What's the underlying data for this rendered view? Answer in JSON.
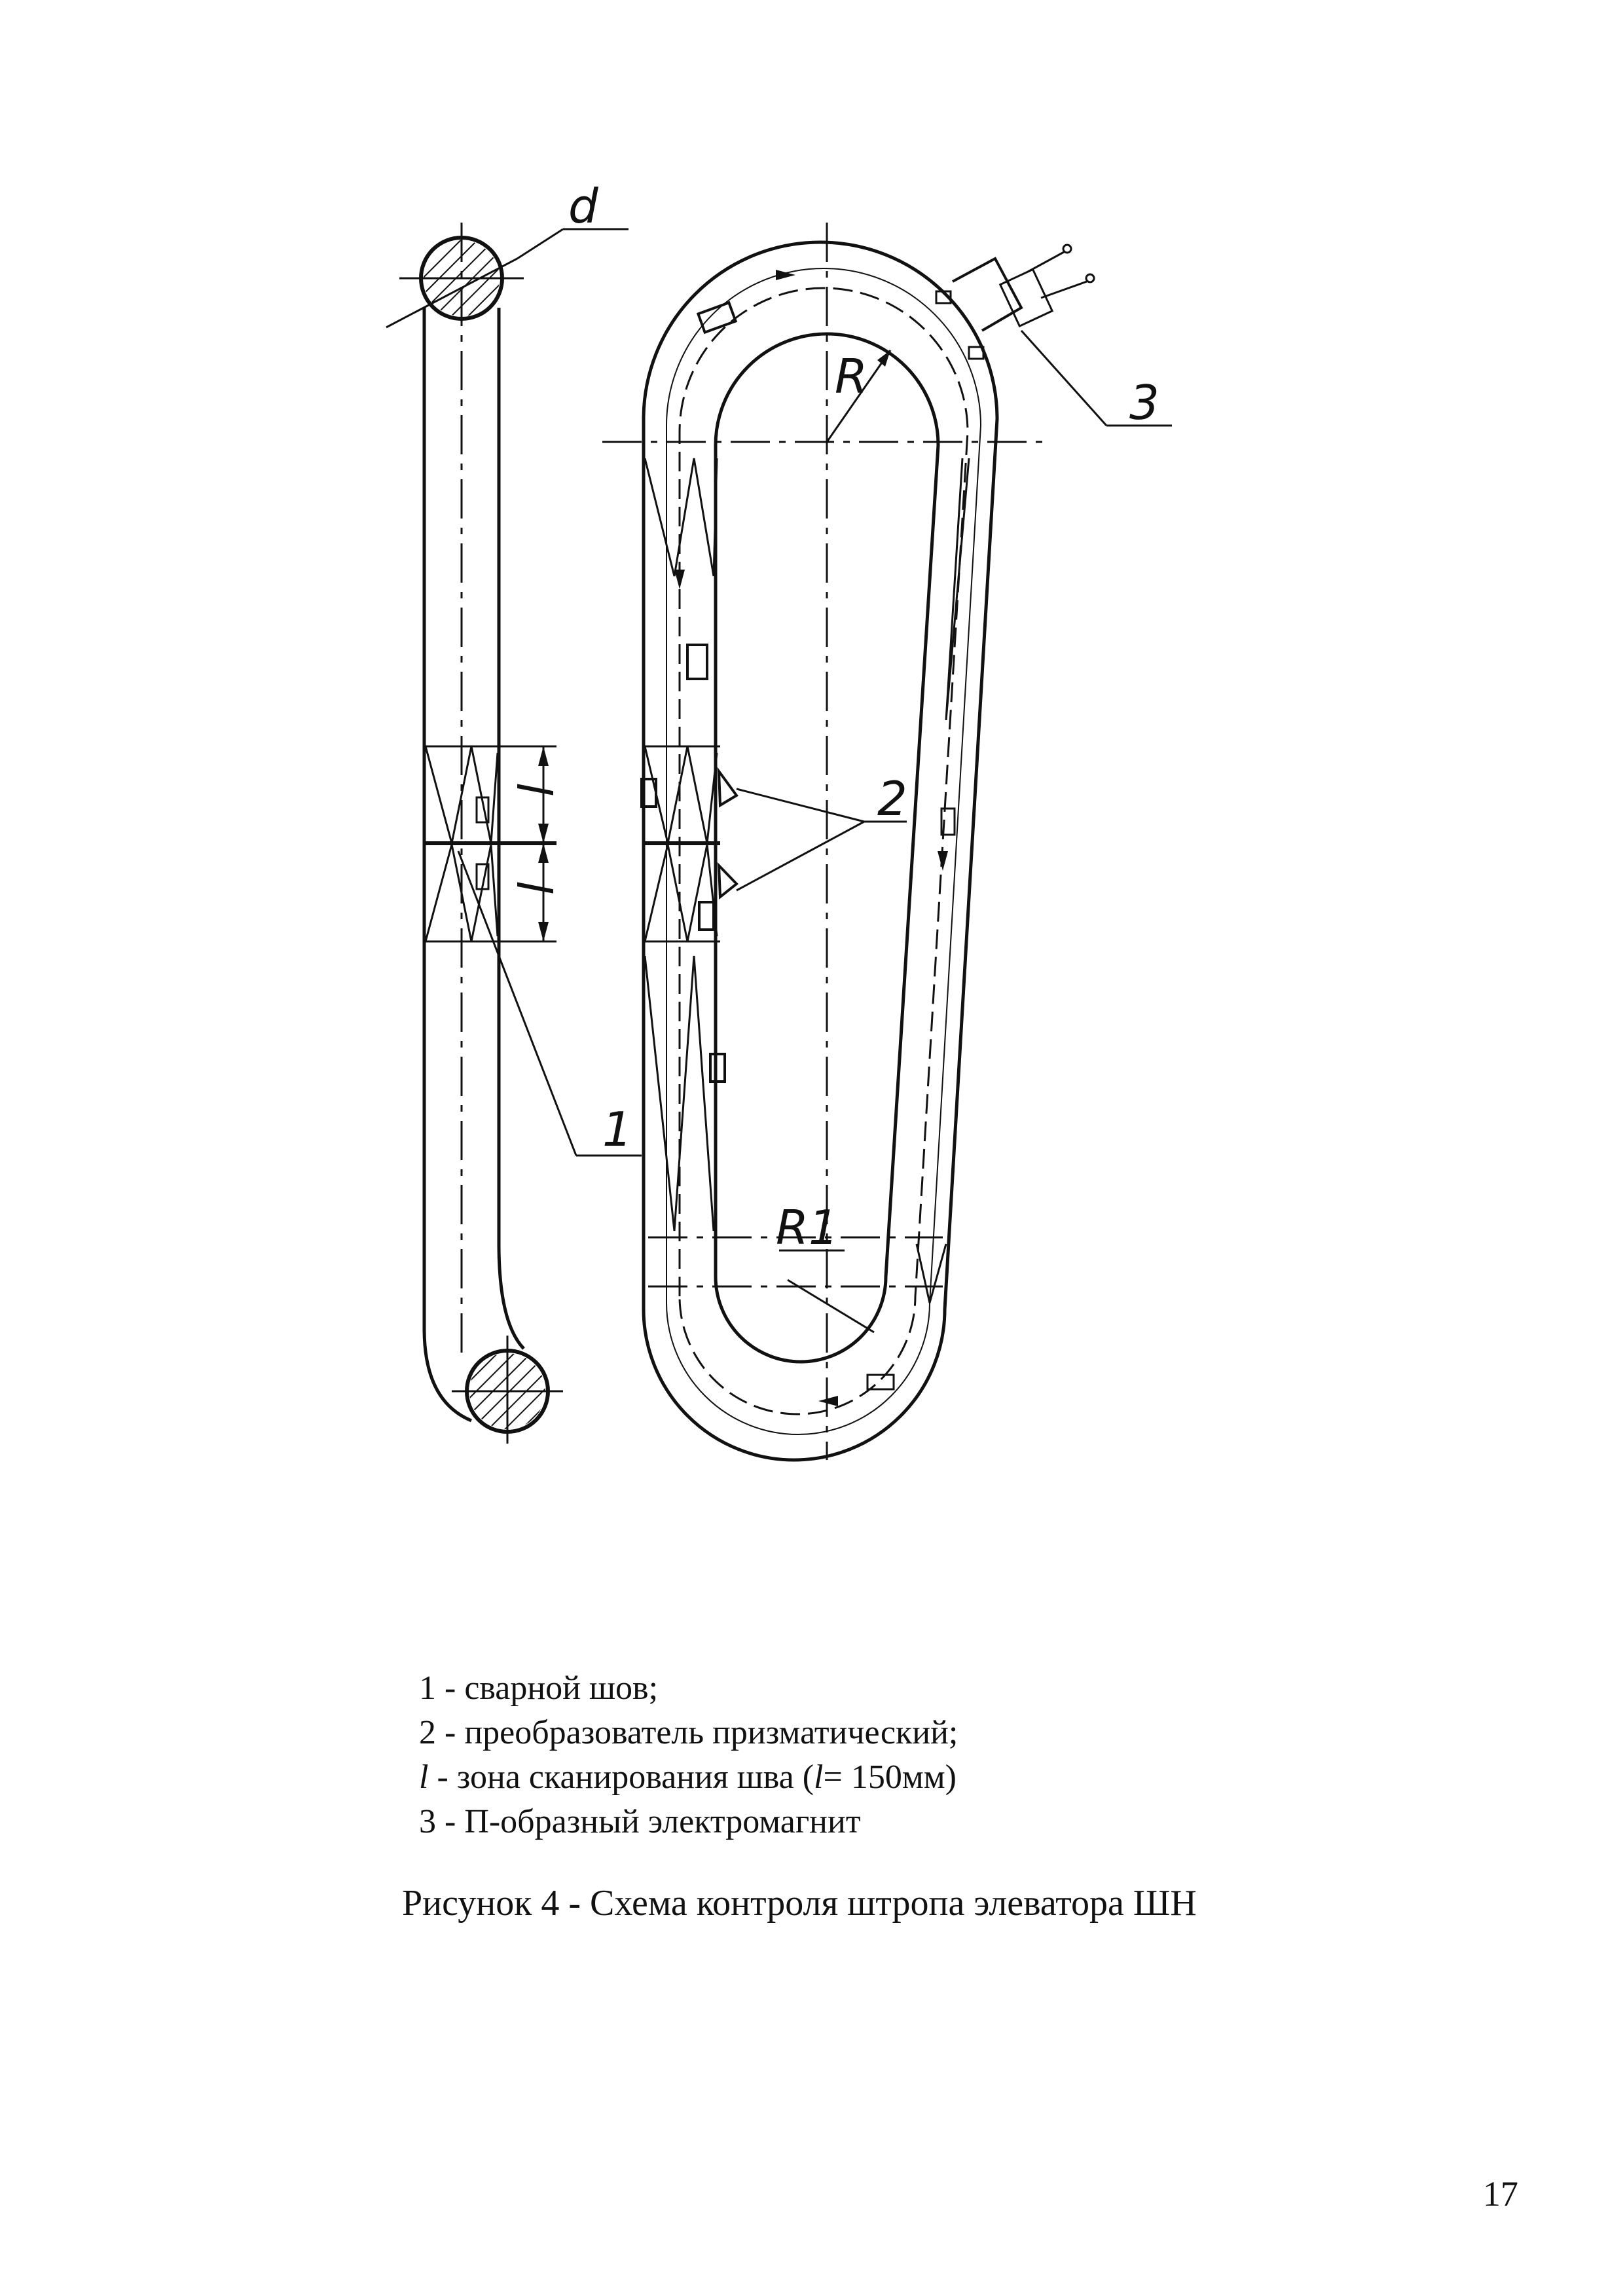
{
  "figure": {
    "labels": {
      "d": "d",
      "R": "R",
      "R1": "R1",
      "l_top": "l",
      "l_bottom": "l",
      "num1": "1",
      "num2": "2",
      "num3": "3"
    }
  },
  "legend": {
    "items": [
      {
        "symbol": "1",
        "text": " - сварной шов;"
      },
      {
        "symbol": "2",
        "text": " - преобразователь призматический;"
      },
      {
        "symbol": "l",
        "text": " - зона сканирования шва (",
        "sym2": "l",
        "text2": "= 150мм)"
      },
      {
        "symbol": "3",
        "text": " - П-образный электромагнит"
      }
    ]
  },
  "caption": "Рисунок 4 - Схема контроля штропа элеватора ШН",
  "page_number": "17"
}
